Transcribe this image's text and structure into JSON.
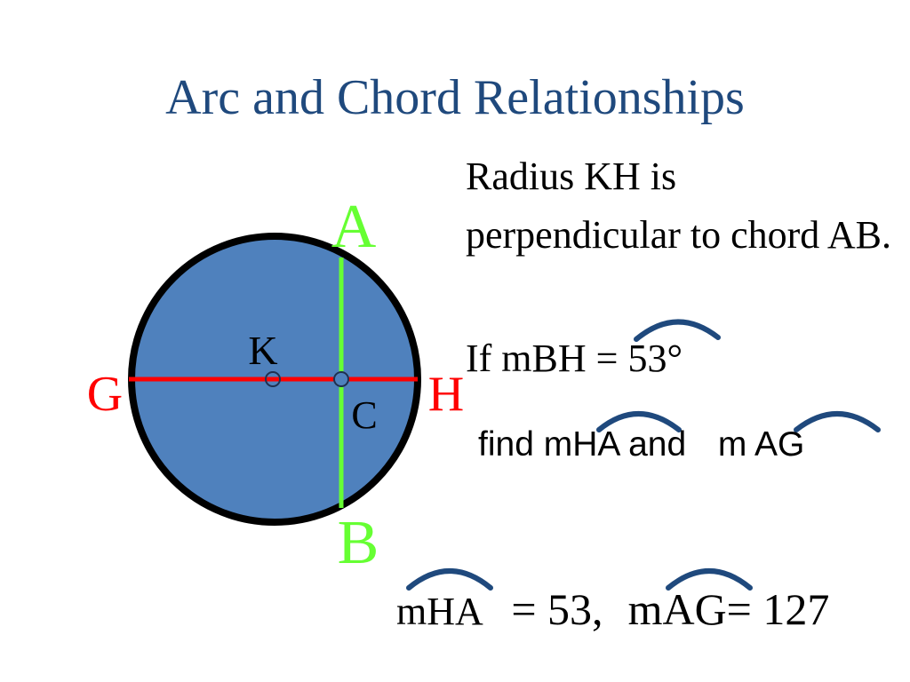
{
  "slide": {
    "title": "Arc and Chord Relationships"
  },
  "diagram": {
    "points": {
      "A": "A",
      "B": "B",
      "G": "G",
      "H": "H",
      "K": "K",
      "C": "C"
    },
    "colors": {
      "circle_fill": "#4f81bd",
      "circle_stroke": "#000000",
      "chord_AB": "#66ff33",
      "diameter_GH": "#ff0000",
      "label_red": "#ff0000",
      "label_green": "#66ff33",
      "arc_mark": "#1f497d",
      "title": "#1f497d"
    }
  },
  "problem": {
    "statement": "Radius KH is perpendicular to chord AB.",
    "given": "If mBH = 53°",
    "find_prefix": "find mHA and",
    "find_arc": "m AG"
  },
  "answer": {
    "arc1": "mHA",
    "value1": "= 53,",
    "arc2": "mAG",
    "value2": "= 127"
  }
}
